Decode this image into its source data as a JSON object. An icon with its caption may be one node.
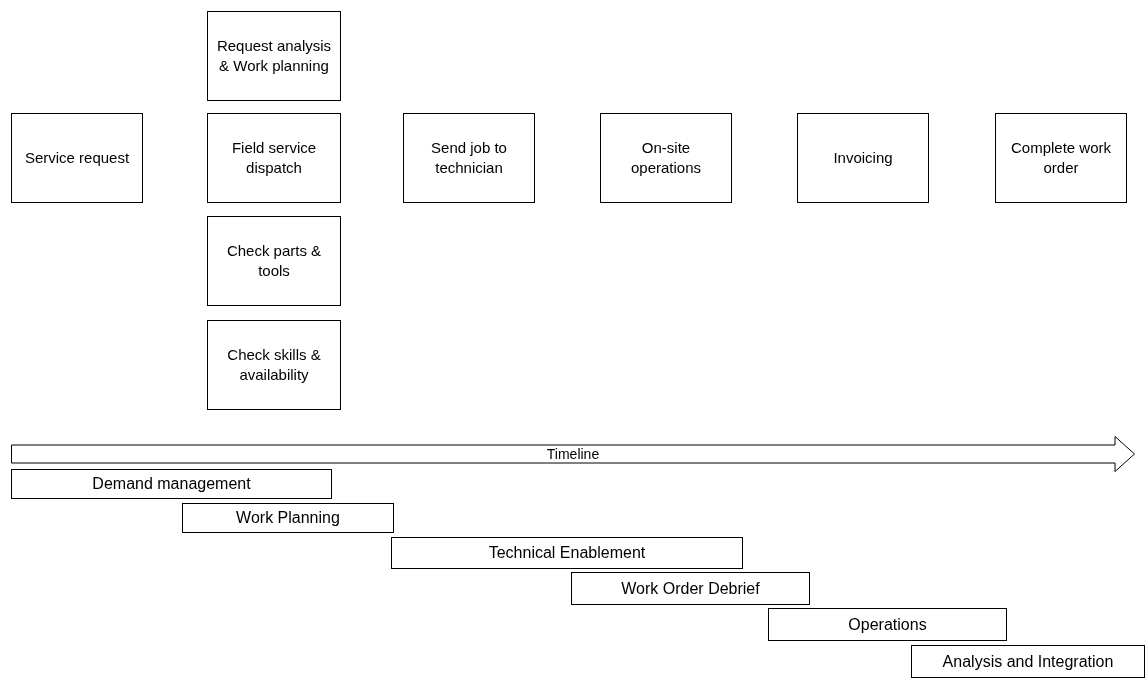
{
  "diagram": {
    "nodes": [
      {
        "text": [
          "Request analysis & Work planning"
        ]
      },
      {
        "text": [
          "Service request"
        ]
      },
      {
        "text": [
          "Field service dispatch"
        ]
      },
      {
        "text": [
          "Send job to technician"
        ]
      },
      {
        "text": [
          "On-site operations"
        ]
      },
      {
        "text": [
          "Invoicing"
        ]
      },
      {
        "text": [
          "Complete work order"
        ]
      },
      {
        "text": [
          "Check parts & tools"
        ]
      },
      {
        "text": [
          "Check skills & availability"
        ]
      },
      {
        "text": [
          "Timeline"
        ]
      },
      {
        "text": [
          "Demand management"
        ]
      },
      {
        "text": [
          "Work Planning"
        ]
      },
      {
        "text": [
          "Technical Enablement"
        ]
      },
      {
        "text": [
          "Work Order Debrief"
        ]
      },
      {
        "text": [
          "Operations"
        ]
      },
      {
        "text": [
          "Analysis and Integration"
        ]
      }
    ]
  }
}
